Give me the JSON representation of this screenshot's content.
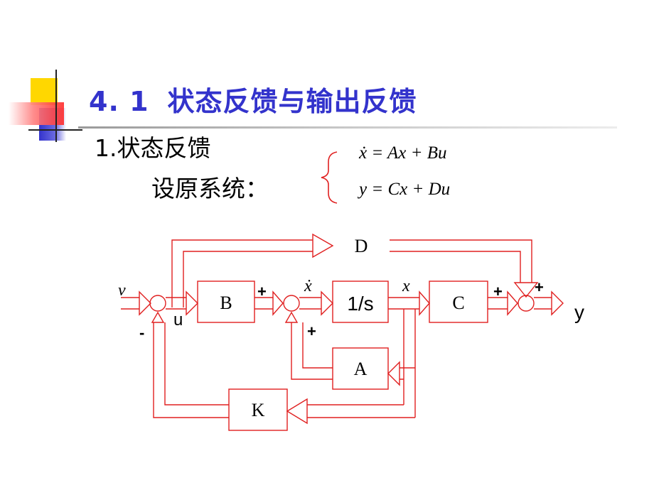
{
  "colors": {
    "title": "#3333cc",
    "diagram_line": "#e02020",
    "deco_yellow": "#ffd700",
    "deco_red": "#ff3b3b",
    "deco_blue": "#3333cc",
    "rule": "#c8c8c8"
  },
  "header": {
    "section_number": "4. 1",
    "title": "状态反馈与输出反馈"
  },
  "section": {
    "heading": "1.状态反馈",
    "system_label": "设原系统："
  },
  "equations": {
    "state": "ẋ = Ax + Bu",
    "output": "y = Cx + Du"
  },
  "diagram": {
    "blocks": {
      "B": "B",
      "integrator": "1/s",
      "C": "C",
      "D": "D",
      "A": "A",
      "K": "K"
    },
    "signals": {
      "input": "v",
      "control": "u",
      "state_derivative": "ẋ",
      "state": "x",
      "output": "y"
    },
    "signs": {
      "sum1_feedback": "-",
      "sum2_from_B": "+",
      "sum2_from_A": "+",
      "sum3_from_C": "+",
      "sum3_from_D": "+"
    }
  }
}
